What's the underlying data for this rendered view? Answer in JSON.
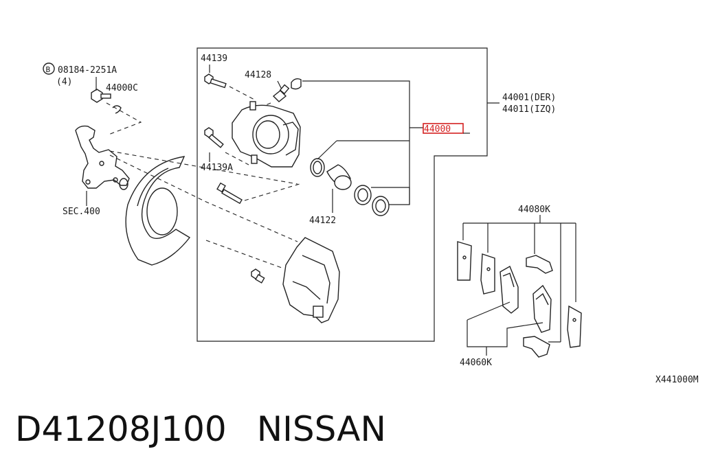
{
  "labels": {
    "bolt_note": "B",
    "bolt_part": "08184-2251A",
    "bolt_qty": "(4)",
    "p44000c": "44000C",
    "sec400": "SEC.400",
    "p44139": "44139",
    "p44128": "44128",
    "p44139a": "44139A",
    "p44122": "44122",
    "p44001": "44001(DER)",
    "p44011": "44011(IZQ)",
    "p44000": "44000",
    "p44080k": "44080K",
    "p44060k": "44060K",
    "diagram_code": "X441000M"
  },
  "highlight_color": "#d42020",
  "footer": {
    "part_number": "D41208J100",
    "brand": "NISSAN"
  }
}
